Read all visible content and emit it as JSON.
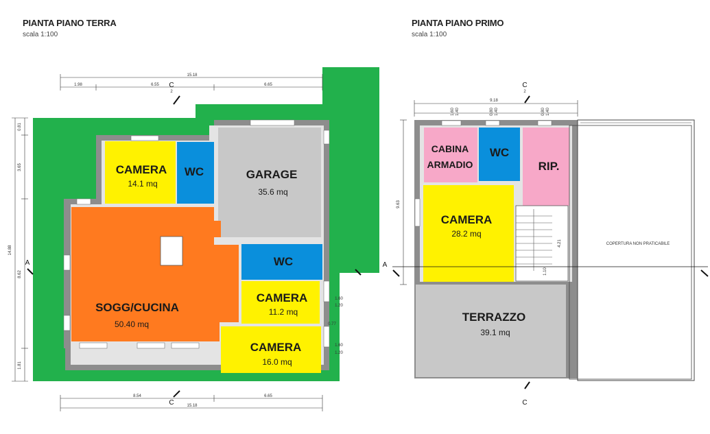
{
  "ground_floor": {
    "title": "PIANTA PIANO TERRA",
    "scale": "scala 1:100",
    "rooms": {
      "camera1": {
        "name": "CAMERA",
        "area": "14.1 mq"
      },
      "wc1": {
        "name": "WC"
      },
      "garage": {
        "name": "GARAGE",
        "area": "35.6 mq"
      },
      "sogg": {
        "name": "SOGG/CUCINA",
        "area": "50.40 mq"
      },
      "wc2": {
        "name": "WC"
      },
      "camera2": {
        "name": "CAMERA",
        "area": "11.2 mq"
      },
      "camera3": {
        "name": "CAMERA",
        "area": "16.0 mq"
      }
    },
    "dims": {
      "top_total": "15.18",
      "top_a": "1.98",
      "top_b": "6.55",
      "top_c": "6.65",
      "left_a": "0.81",
      "left_b": "3.65",
      "left_c": "8.62",
      "left_d": "1.81",
      "left_total": "14.88",
      "bottom_a": "8.54",
      "bottom_b": "6.65",
      "bottom_total": "15.18",
      "win1_a": "1.60",
      "win1_b": "1.20",
      "win2": "0.77",
      "win3_a": "1.60",
      "win3_b": "1.20"
    },
    "section_labels": {
      "c": "C",
      "c_num": "2",
      "a": "A"
    }
  },
  "first_floor": {
    "title": "PIANTA PIANO PRIMO",
    "scale": "scala 1:100",
    "rooms": {
      "cabina": {
        "name_line1": "CABINA",
        "name_line2": "ARMADIO"
      },
      "wc": {
        "name": "WC"
      },
      "rip": {
        "name": "RIP."
      },
      "camera": {
        "name": "CAMERA",
        "area": "28.2 mq"
      },
      "terrazzo": {
        "name": "TERRAZZO",
        "area": "39.1 mq"
      }
    },
    "roof_note": "COPERTURA NON PRATICABILE",
    "dims": {
      "top_total": "9.18",
      "w1_a": "1.60",
      "w1_b": "1.40",
      "w2_a": "0.80",
      "w2_b": "1.40",
      "w3_a": "0.80",
      "w3_b": "1.40",
      "left": "9.63",
      "stair_a": "4.21",
      "stair_b": "1.10"
    },
    "section_labels": {
      "c": "C",
      "c_num": "2",
      "a": "A"
    }
  },
  "colors": {
    "garden": "#22b14c",
    "bedroom": "#fff200",
    "bath": "#0a8fdc",
    "living": "#ff7a1f",
    "garage": "#c8c8c8",
    "closet": "#f7a8c8",
    "wall": "#8d8d8d"
  }
}
